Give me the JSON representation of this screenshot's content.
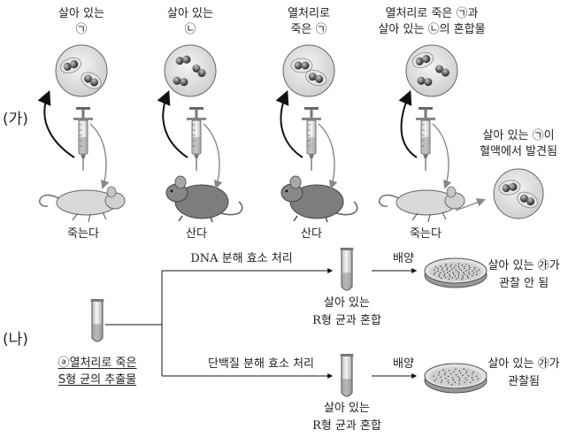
{
  "part_a": {
    "label": "(가)",
    "panels": [
      {
        "caption_l1": "살아 있는",
        "caption_l2": "㉠",
        "outcome": "죽는다"
      },
      {
        "caption_l1": "살아 있는",
        "caption_l2": "㉡",
        "outcome": "산다"
      },
      {
        "caption_l1": "열처리로",
        "caption_l2": "죽은 ㉠",
        "outcome": "산다"
      },
      {
        "caption_l1": "열처리로 죽은 ㉠과",
        "caption_l2": "살아 있는 ㉡의 혼합물",
        "outcome": "죽는다"
      }
    ],
    "blood_note_l1": "살아 있는 ㉠이",
    "blood_note_l2": "혈액에서 발견됨"
  },
  "part_b": {
    "label": "(나)",
    "source_l1": "ⓐ열처리로 죽은",
    "source_l2": "S형 균의 추출물",
    "branches": [
      {
        "treatment": "DNA 분해 효소 처리",
        "tube_l1": "살아 있는",
        "tube_l2": "R형 균과 혼합",
        "step": "배양",
        "result_l1": "살아 있는 ㉮가",
        "result_l2": "관찰 안 됨"
      },
      {
        "treatment": "단백질 분해 효소 처리",
        "tube_l1": "살아 있는",
        "tube_l2": "R형 균과 혼합",
        "step": "배양",
        "result_l1": "살아 있는 ㉮가",
        "result_l2": "관찰됨"
      }
    ]
  }
}
